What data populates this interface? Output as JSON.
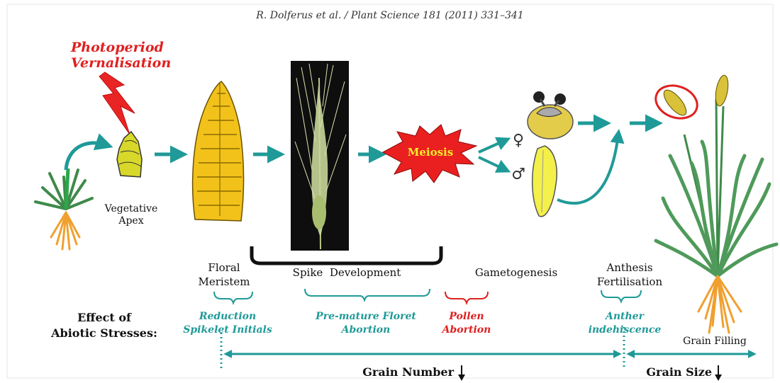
{
  "citation": "R. Dolferus et al. / Plant Science 181 (2011) 331–341",
  "triggers": {
    "line1": "Photoperiod",
    "line2": "Vernalisation"
  },
  "stages": {
    "vegetative_apex": {
      "line1": "Vegetative",
      "line2": "Apex"
    },
    "floral_meristem": {
      "line1": "Floral",
      "line2": "Meristem"
    },
    "spike_development": "Spike  Development",
    "meiosis": "Meiosis",
    "female_symbol": "♀",
    "male_symbol": "♂",
    "gametogenesis": "Gametogenesis",
    "anthesis": {
      "line1": "Anthesis",
      "line2": "Fertilisation"
    },
    "grain_filling": "Grain Filling"
  },
  "effects": {
    "heading": {
      "line1": "Effect of",
      "line2": "Abiotic Stresses:"
    },
    "reduction": {
      "line1": "Reduction",
      "line2": "Spikelet Initials"
    },
    "floret": {
      "line1": "Pre-mature Floret",
      "line2": "Abortion"
    },
    "pollen": {
      "line1": "Pollen",
      "line2": "Abortion"
    },
    "anther": {
      "line1": "Anther",
      "line2": "indehiscence"
    }
  },
  "outcomes": {
    "grain_number": "Grain Number",
    "grain_size": "Grain Size"
  },
  "colors": {
    "teal": "#1f9a98",
    "red": "#e02020",
    "yellow": "#f2c21b",
    "green": "#3f8a4a",
    "root": "#f0a030"
  }
}
